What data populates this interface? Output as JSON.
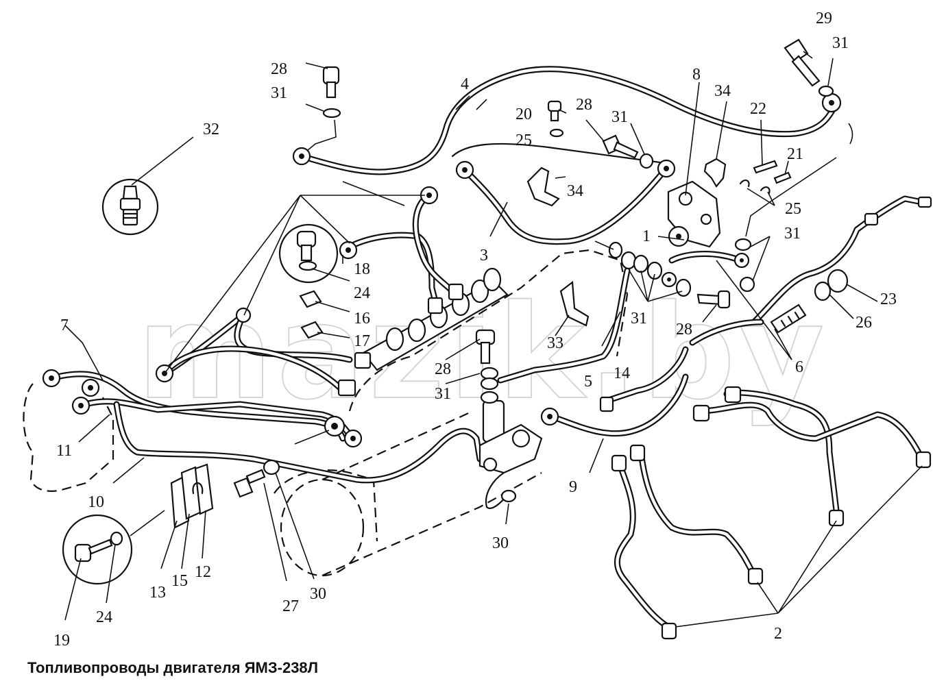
{
  "caption": "Топливопроводы двигателя ЯМЗ-238Л",
  "watermark": "mazik.by",
  "callouts": {
    "c1": "1",
    "c2": "2",
    "c3": "3",
    "c4": "4",
    "c5": "5",
    "c6": "6",
    "c7": "7",
    "c8": "8",
    "c9": "9",
    "c10": "10",
    "c11": "11",
    "c12": "12",
    "c13": "13",
    "c14": "14",
    "c15": "15",
    "c16": "16",
    "c17": "17",
    "c18": "18",
    "c19": "19",
    "c20": "20",
    "c21": "21",
    "c22": "22",
    "c23": "23",
    "c24a": "24",
    "c24b": "24",
    "c25a": "25",
    "c25b": "25",
    "c26": "26",
    "c27": "27",
    "c28a": "28",
    "c28b": "28",
    "c28c": "28",
    "c28d": "28",
    "c29": "29",
    "c30a": "30",
    "c30b": "30",
    "c31a": "31",
    "c31b": "31",
    "c31c": "31",
    "c31d": "31",
    "c31e": "31",
    "c31f": "31",
    "c32": "32",
    "c33": "33",
    "c34a": "34",
    "c34b": "34"
  }
}
